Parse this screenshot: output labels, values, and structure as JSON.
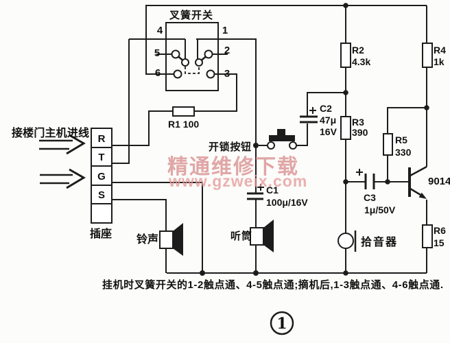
{
  "page": {
    "background": "#fcfcfa",
    "line_color": "#1c1c1c"
  },
  "hook_switch": {
    "title": "叉簧开关",
    "terminals": {
      "t1": "1",
      "t2": "2",
      "t3": "3",
      "t4": "4",
      "t5": "5",
      "t6": "6"
    }
  },
  "incoming": {
    "label": "接楼门主机进线"
  },
  "socket": {
    "label": "插座",
    "pins": {
      "r": "R",
      "t": "T",
      "g": "G",
      "s": "S"
    }
  },
  "components": {
    "r1": {
      "label": "R1  100"
    },
    "r2": {
      "name": "R2",
      "value": "4.3k"
    },
    "r3": {
      "name": "R3",
      "value": "390"
    },
    "r4": {
      "name": "R4",
      "value": "1k"
    },
    "r5": {
      "name": "R5",
      "value": "330"
    },
    "r6": {
      "name": "R6",
      "value": "15"
    },
    "c1": {
      "name": "C1",
      "value": "100μ/16V"
    },
    "c2": {
      "name": "C2",
      "value": "47μ",
      "voltage": "16V"
    },
    "c3": {
      "name": "C3",
      "value": "1μ/50V"
    },
    "transistor": {
      "model": "9014"
    },
    "unlock_button": {
      "label": "开锁按钮"
    },
    "ringer": {
      "label": "铃声"
    },
    "earpiece": {
      "label": "听筒"
    },
    "microphone": {
      "label": "拾音器"
    }
  },
  "caption": {
    "text": "挂机时叉簧开关的1-2触点通、4-5触点通;摘机后,1-3触点通、4-6触点通."
  },
  "figure": {
    "number": "1"
  },
  "watermark": {
    "line1": "精通维修下载",
    "line2": "www.gzweix.com",
    "color": "#d98f8f",
    "color2": "#e59b9b"
  }
}
